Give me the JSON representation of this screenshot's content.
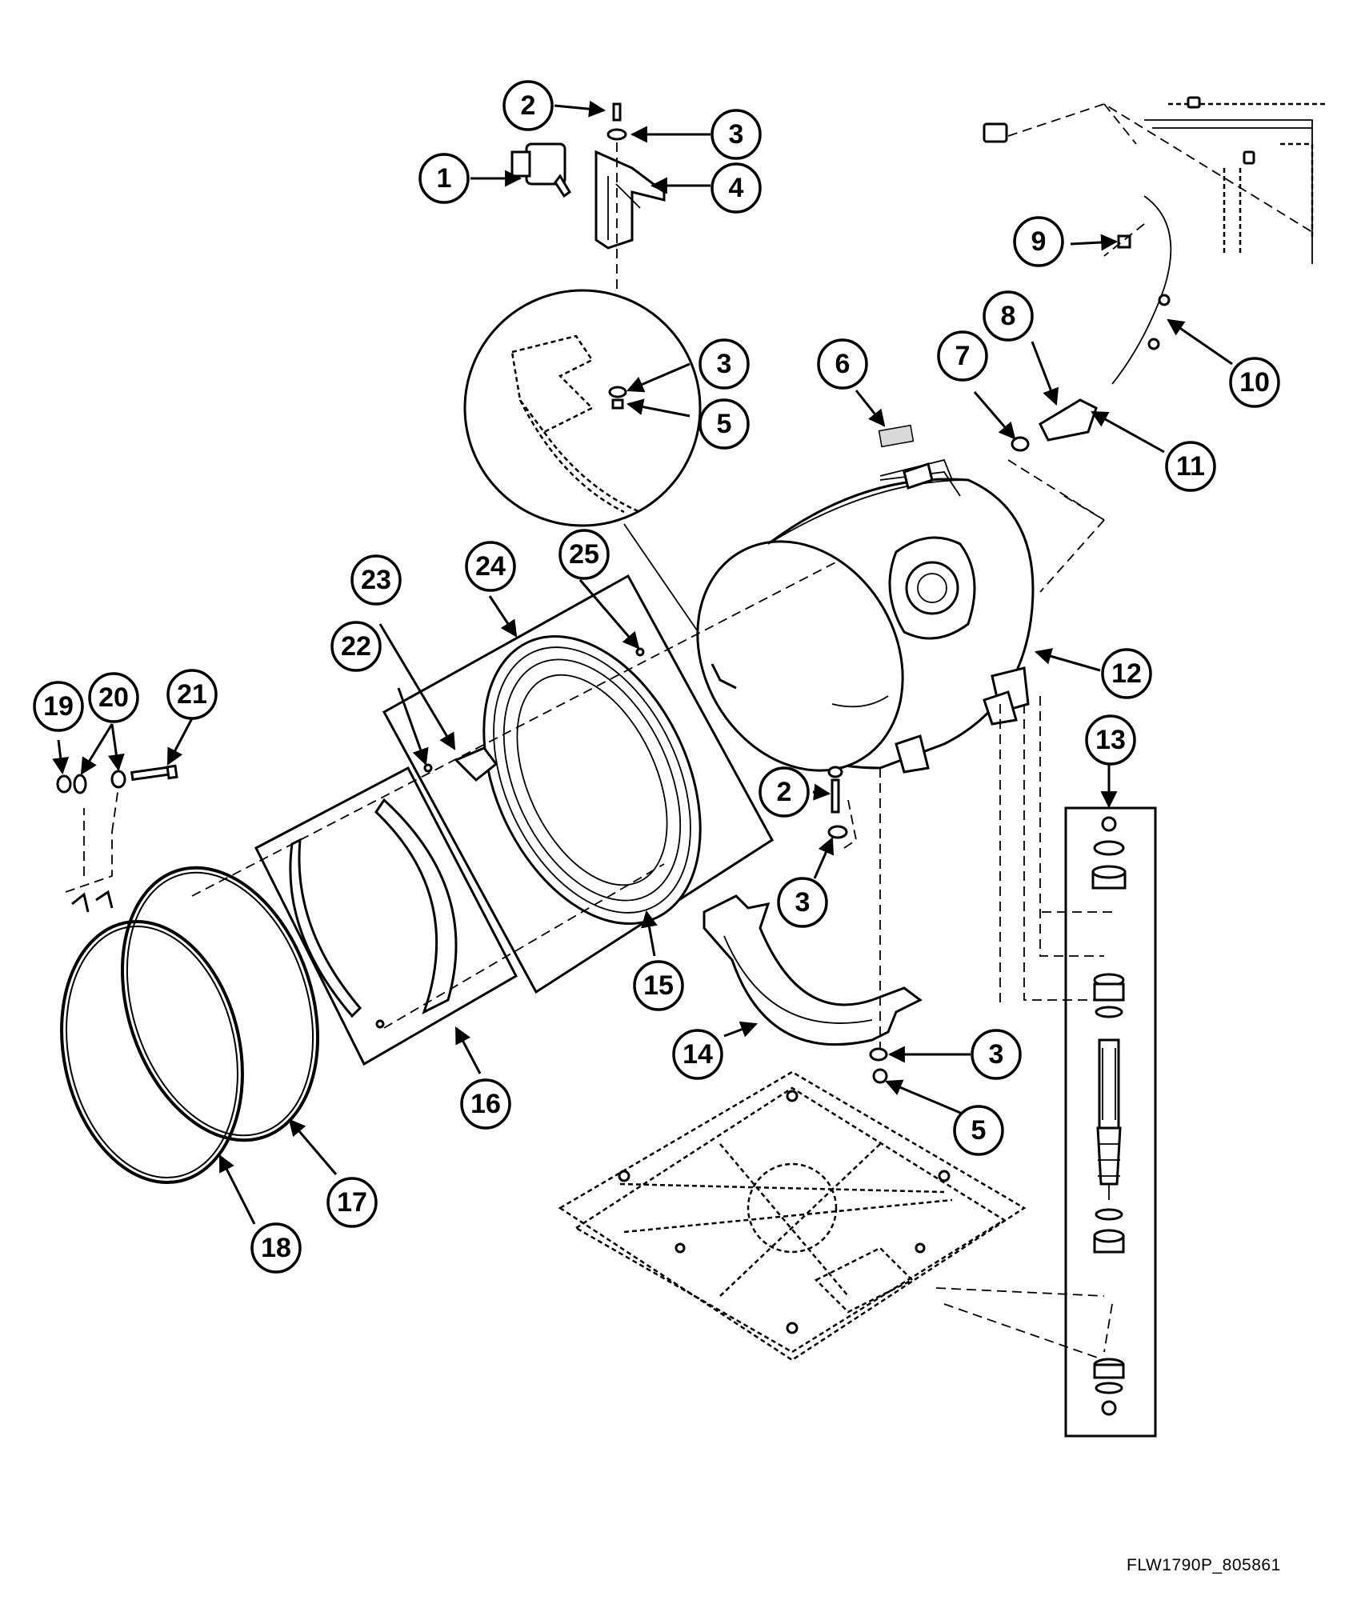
{
  "drawing_number": "FLW1790P_805861",
  "callouts": [
    "1",
    "2",
    "3",
    "4",
    "5",
    "6",
    "7",
    "8",
    "9",
    "10",
    "11",
    "12",
    "13",
    "14",
    "15",
    "16",
    "17",
    "18",
    "19",
    "20",
    "21",
    "22",
    "23",
    "24",
    "25"
  ],
  "colors": {
    "ink": "#000000",
    "paper": "#ffffff",
    "shade": "#d9d9d9"
  }
}
